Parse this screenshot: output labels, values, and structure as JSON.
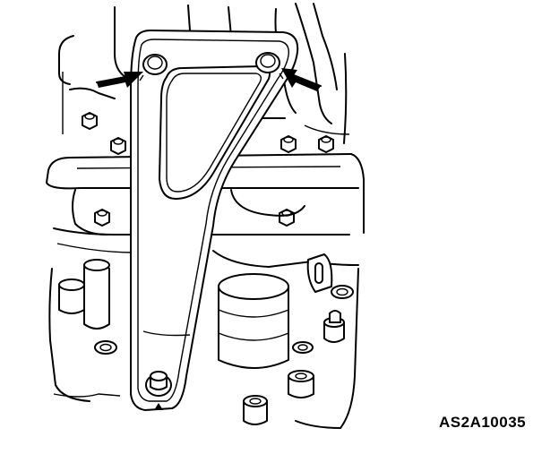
{
  "figure": {
    "reference_code": "AS2A10035",
    "colors": {
      "line": "#000000",
      "background": "#ffffff"
    },
    "callouts": [
      {
        "name": "left-bolt-arrow",
        "points_to": "left-upper-bolt"
      },
      {
        "name": "right-bolt-arrow",
        "points_to": "right-upper-bolt"
      }
    ],
    "lower_mark": "triangle-mark"
  }
}
